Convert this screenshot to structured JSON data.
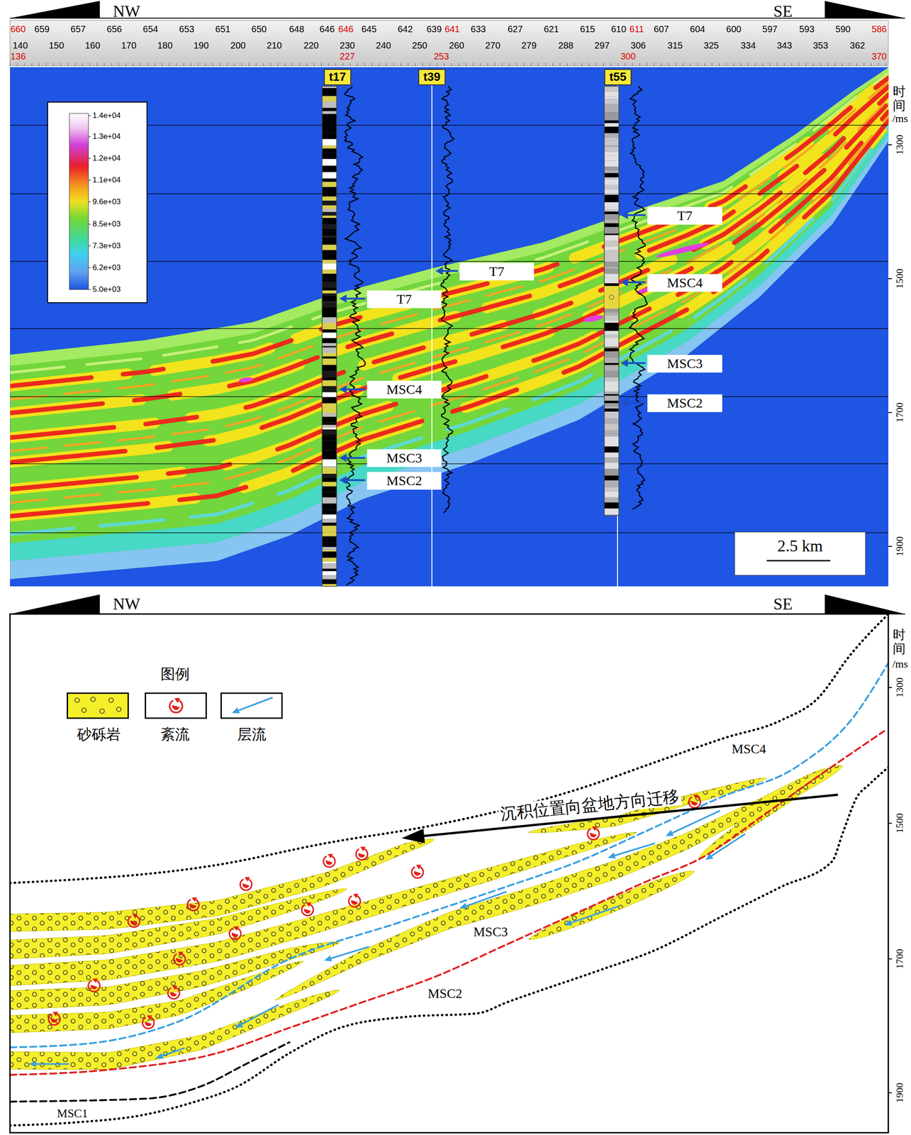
{
  "diagram": {
    "nodes": [
      {
        "text": [
          "t17"
        ]
      },
      {
        "text": [
          "t39"
        ]
      },
      {
        "text": [
          "t55"
        ]
      },
      {
        "text": [
          "T7"
        ]
      },
      {
        "text": [
          "MSC4"
        ]
      },
      {
        "text": [
          "MSC3"
        ]
      },
      {
        "text": [
          "MSC2"
        ]
      },
      {
        "text": [
          "T7"
        ]
      },
      {
        "text": [
          "T7"
        ]
      },
      {
        "text": [
          "MSC4"
        ]
      },
      {
        "text": [
          "MSC3"
        ]
      },
      {
        "text": [
          "MSC2"
        ]
      },
      {
        "text": [
          "2.5 km"
        ]
      }
    ],
    "labels": [
      "NW",
      "SE",
      "660",
      "659",
      "657",
      "656",
      "654",
      "653",
      "651",
      "650",
      "648",
      "646",
      "646",
      "645",
      "642",
      "639",
      "641",
      "633",
      "627",
      "621",
      "615",
      "610",
      "611",
      "607",
      "604",
      "600",
      "597",
      "593",
      "590",
      "586",
      "136",
      "140",
      "150",
      "160",
      "170",
      "180",
      "190",
      "200",
      "210",
      "220",
      "227",
      "230",
      "240",
      "250",
      "253",
      "260",
      "270",
      "279",
      "288",
      "297",
      "300",
      "306",
      "315",
      "325",
      "334",
      "343",
      "353",
      "362",
      "370",
      "1.4e+04",
      "1.3e+04",
      "1.2e+04",
      "1.1e+04",
      "9.6e+03",
      "8.5e+03",
      "7.3e+03",
      "6.2e+03",
      "5.0e+03",
      "时间",
      "/ms",
      "1300",
      "1500",
      "1700",
      "1900",
      "NW",
      "SE",
      "图例",
      "MSC4",
      "沉积位置向盆地方向迁移",
      "MSC3",
      "MSC2",
      "MSC1",
      "时间",
      "/ms",
      "1300",
      "1500",
      "1700",
      "1900"
    ],
    "legend": [
      {
        "text": "砂砾岩",
        "color": "#f5ef2a"
      },
      {
        "text": "紊流"
      },
      {
        "text": "层流"
      }
    ]
  }
}
